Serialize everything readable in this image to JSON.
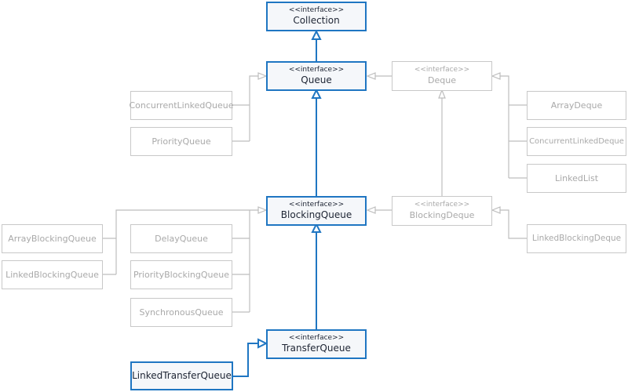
{
  "diagram": {
    "stereotype": "<<interface>>",
    "colors": {
      "primary_edge": "#1f76c2",
      "secondary_edge": "#bdbdbd",
      "main_border": "#1f76c2",
      "gray_border": "#c8c8c8",
      "gray_text": "#a9a9a9",
      "main_text": "#1d2433"
    },
    "nodes": {
      "collection": {
        "name": "Collection",
        "interface": true
      },
      "queue": {
        "name": "Queue",
        "interface": true
      },
      "deque": {
        "name": "Deque",
        "interface": true
      },
      "blocking_queue": {
        "name": "BlockingQueue",
        "interface": true
      },
      "blocking_deque": {
        "name": "BlockingDeque",
        "interface": true
      },
      "transfer_queue": {
        "name": "TransferQueue",
        "interface": true
      },
      "concurrent_linked_queue": {
        "name": "ConcurrentLinkedQueue"
      },
      "priority_queue": {
        "name": "PriorityQueue"
      },
      "array_deque": {
        "name": "ArrayDeque"
      },
      "concurrent_linked_deque": {
        "name": "ConcurrentLinkedDeque"
      },
      "linked_list": {
        "name": "LinkedList"
      },
      "array_blocking_queue": {
        "name": "ArrayBlockingQueue"
      },
      "linked_blocking_queue": {
        "name": "LinkedBlockingQueue"
      },
      "delay_queue": {
        "name": "DelayQueue"
      },
      "priority_blocking_queue": {
        "name": "PriorityBlockingQueue"
      },
      "synchronous_queue": {
        "name": "SynchronousQueue"
      },
      "linked_blocking_deque": {
        "name": "LinkedBlockingDeque"
      },
      "linked_transfer_queue": {
        "name": "LinkedTransferQueue"
      }
    },
    "relations": [
      {
        "from": "Queue",
        "to": "Collection",
        "kind": "extends"
      },
      {
        "from": "BlockingQueue",
        "to": "Queue",
        "kind": "extends"
      },
      {
        "from": "TransferQueue",
        "to": "BlockingQueue",
        "kind": "extends"
      },
      {
        "from": "LinkedTransferQueue",
        "to": "TransferQueue",
        "kind": "implements"
      },
      {
        "from": "Deque",
        "to": "Queue",
        "kind": "extends"
      },
      {
        "from": "BlockingDeque",
        "to": "Deque",
        "kind": "extends"
      },
      {
        "from": "BlockingDeque",
        "to": "BlockingQueue",
        "kind": "extends"
      },
      {
        "from": "ConcurrentLinkedQueue",
        "to": "Queue",
        "kind": "implements"
      },
      {
        "from": "PriorityQueue",
        "to": "Queue",
        "kind": "implements"
      },
      {
        "from": "ArrayDeque",
        "to": "Deque",
        "kind": "implements"
      },
      {
        "from": "ConcurrentLinkedDeque",
        "to": "Deque",
        "kind": "implements"
      },
      {
        "from": "LinkedList",
        "to": "Deque",
        "kind": "implements"
      },
      {
        "from": "ArrayBlockingQueue",
        "to": "BlockingQueue",
        "kind": "implements"
      },
      {
        "from": "LinkedBlockingQueue",
        "to": "BlockingQueue",
        "kind": "implements"
      },
      {
        "from": "DelayQueue",
        "to": "BlockingQueue",
        "kind": "implements"
      },
      {
        "from": "PriorityBlockingQueue",
        "to": "BlockingQueue",
        "kind": "implements"
      },
      {
        "from": "SynchronousQueue",
        "to": "BlockingQueue",
        "kind": "implements"
      },
      {
        "from": "LinkedBlockingDeque",
        "to": "BlockingDeque",
        "kind": "implements"
      }
    ]
  }
}
